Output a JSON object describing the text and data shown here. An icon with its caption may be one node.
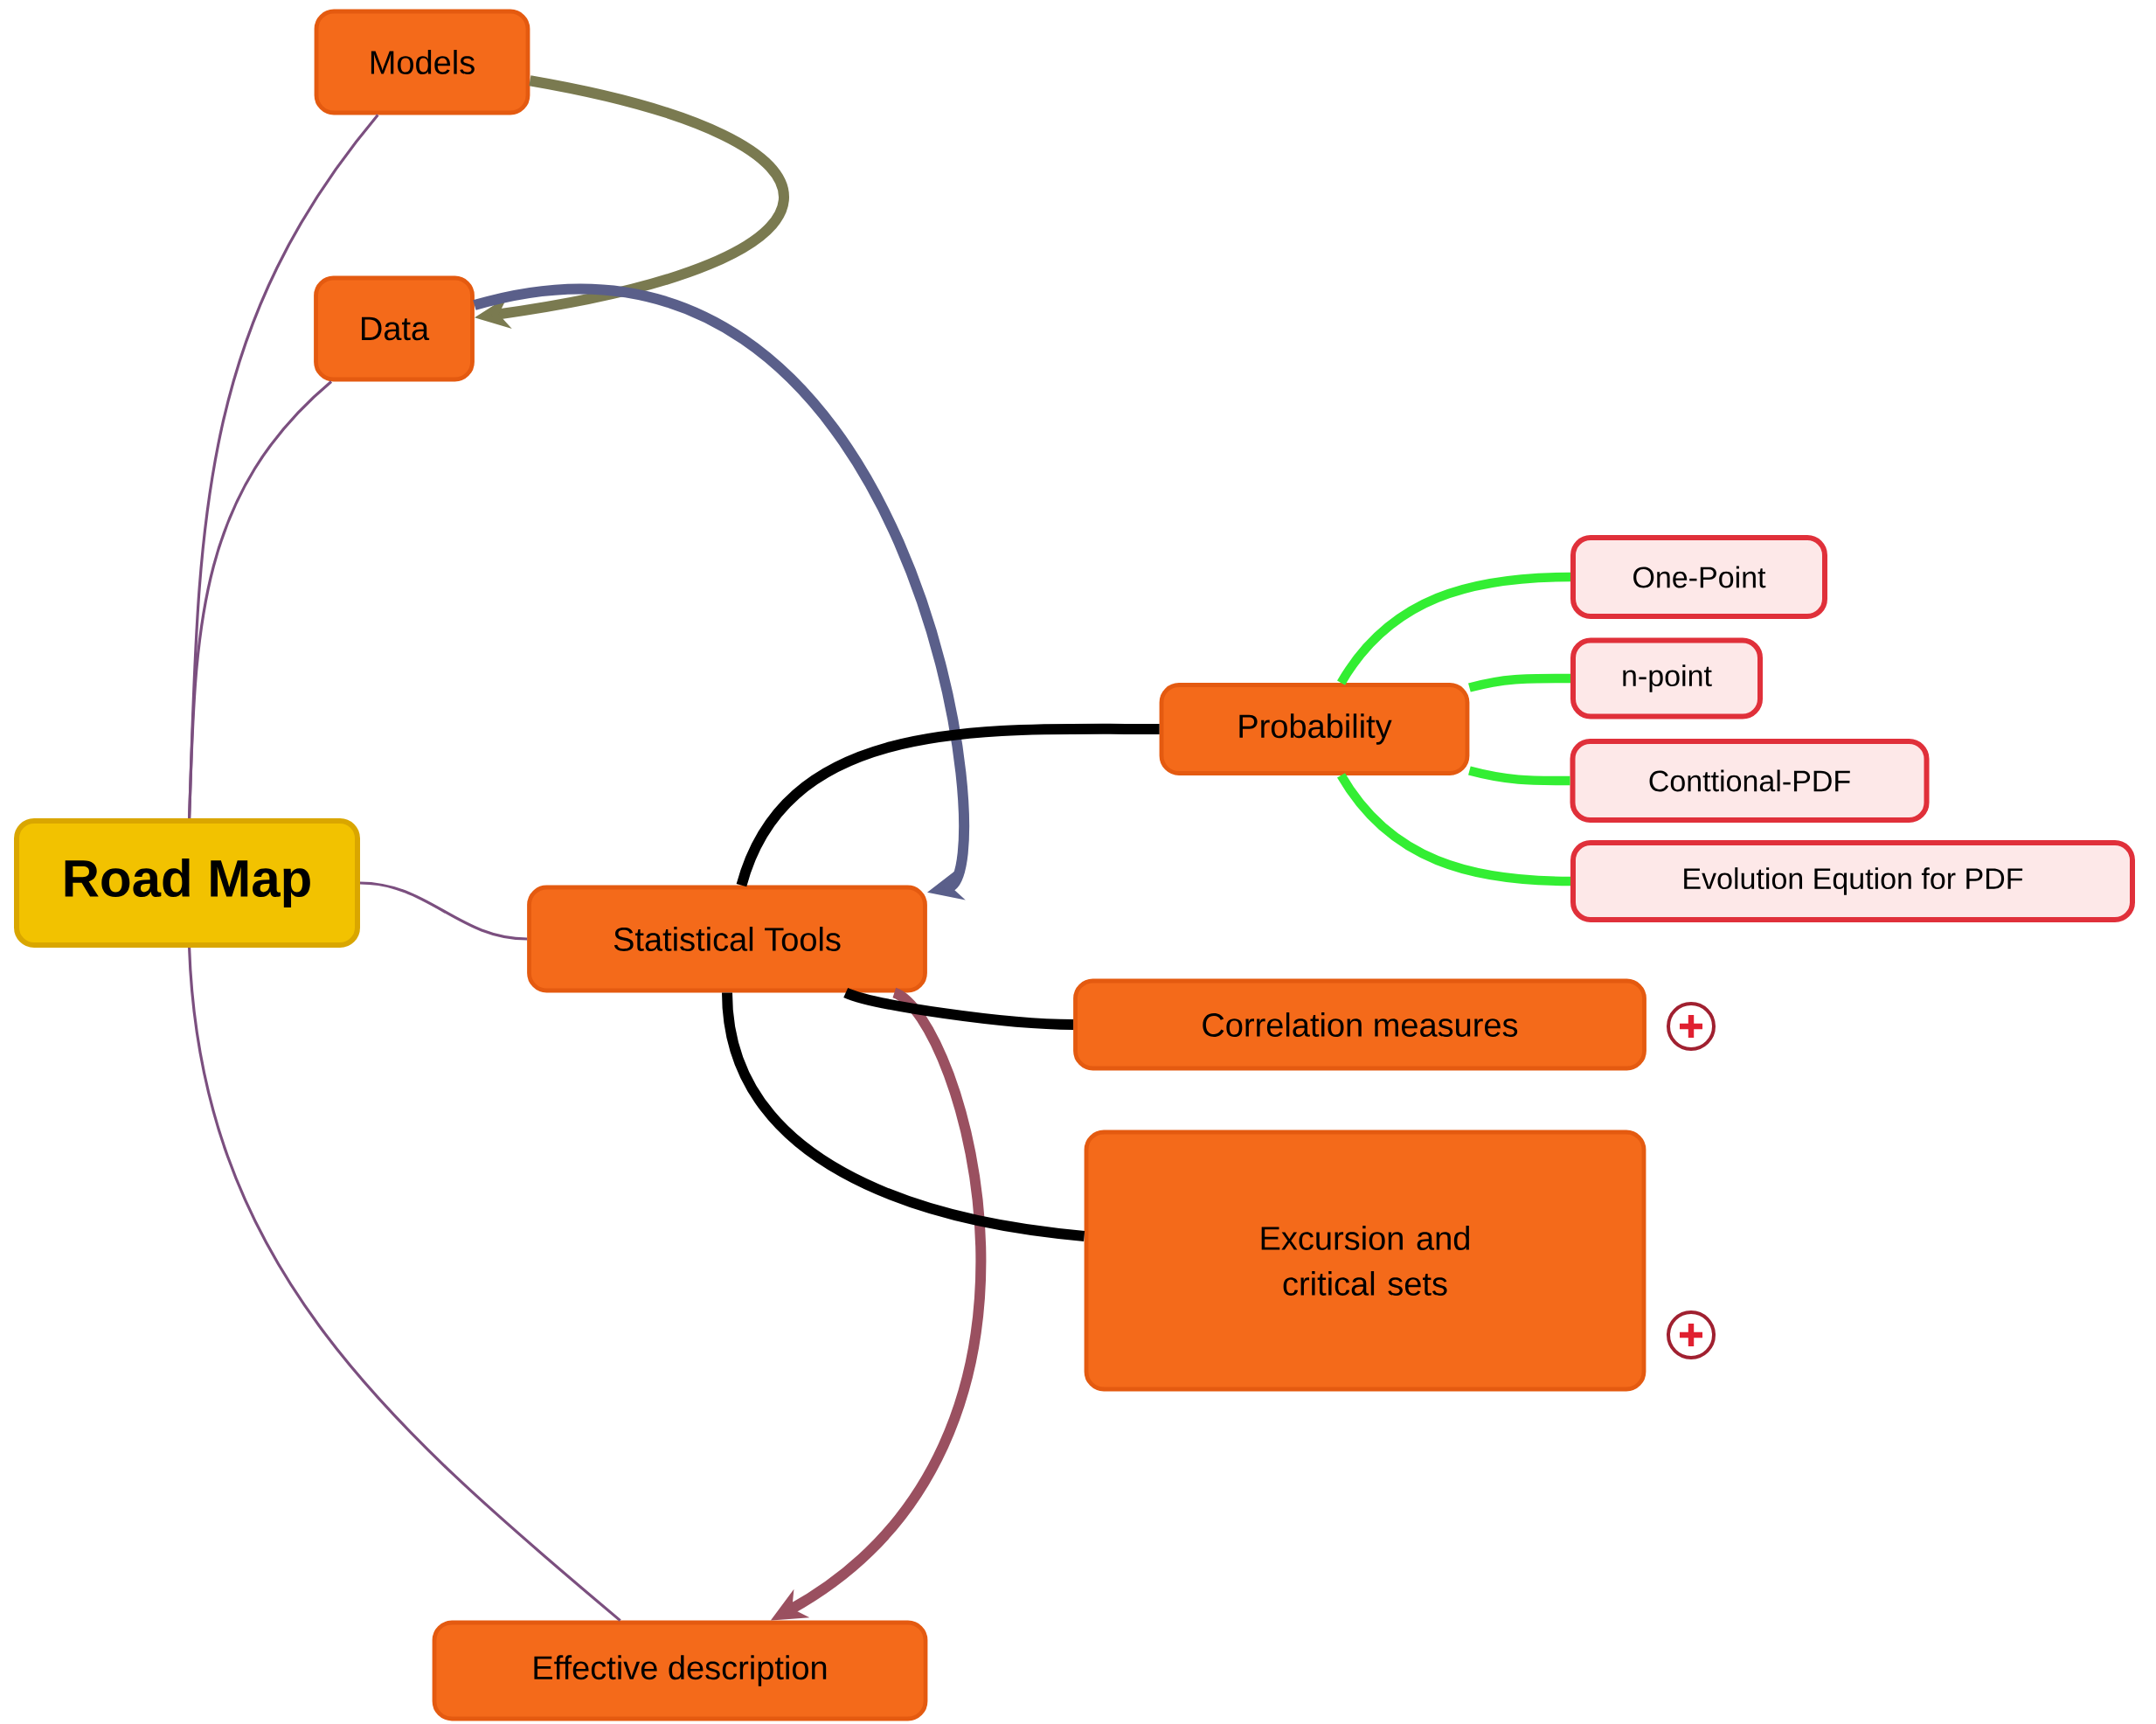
{
  "diagram": {
    "nodes": [
      {
        "text": [
          "Road Map"
        ]
      },
      {
        "text": [
          "Models"
        ]
      },
      {
        "text": [
          "Data"
        ]
      },
      {
        "text": [
          "Statistical Tools"
        ]
      },
      {
        "text": [
          "Probability"
        ]
      },
      {
        "text": [
          "One-Point"
        ]
      },
      {
        "text": [
          "n-point"
        ]
      },
      {
        "text": [
          "Conttional-PDF"
        ]
      },
      {
        "text": [
          "Evolution Eqution for PDF"
        ]
      },
      {
        "text": [
          "Correlation measures"
        ]
      },
      {
        "text": [
          "Excursion and critical sets"
        ]
      },
      {
        "text": [
          "Effective description"
        ]
      }
    ],
    "edges": [
      {
        "from": 0,
        "to": 1,
        "arrow": "none",
        "color": "#7b4f7f"
      },
      {
        "from": 0,
        "to": 2,
        "arrow": "none",
        "color": "#7b4f7f"
      },
      {
        "from": 0,
        "to": 3,
        "arrow": "none",
        "color": "#7b4f7f"
      },
      {
        "from": 0,
        "to": 11,
        "arrow": "none",
        "color": "#7b4f7f"
      },
      {
        "from": 1,
        "to": 2,
        "arrow": "to",
        "color": "#7a7a50"
      },
      {
        "from": 2,
        "to": 3,
        "arrow": "to",
        "color": "#5a5f8a"
      },
      {
        "from": 3,
        "to": 11,
        "arrow": "to",
        "color": "#9a5060"
      },
      {
        "from": 3,
        "to": 4,
        "arrow": "none",
        "color": "#000000"
      },
      {
        "from": 3,
        "to": 9,
        "arrow": "none",
        "color": "#000000"
      },
      {
        "from": 3,
        "to": 10,
        "arrow": "none",
        "color": "#000000"
      },
      {
        "from": 4,
        "to": 5,
        "arrow": "none",
        "color": "#33ee33"
      },
      {
        "from": 4,
        "to": 6,
        "arrow": "none",
        "color": "#33ee33"
      },
      {
        "from": 4,
        "to": 7,
        "arrow": "none",
        "color": "#33ee33"
      },
      {
        "from": 4,
        "to": 8,
        "arrow": "none",
        "color": "#33ee33"
      }
    ]
  }
}
